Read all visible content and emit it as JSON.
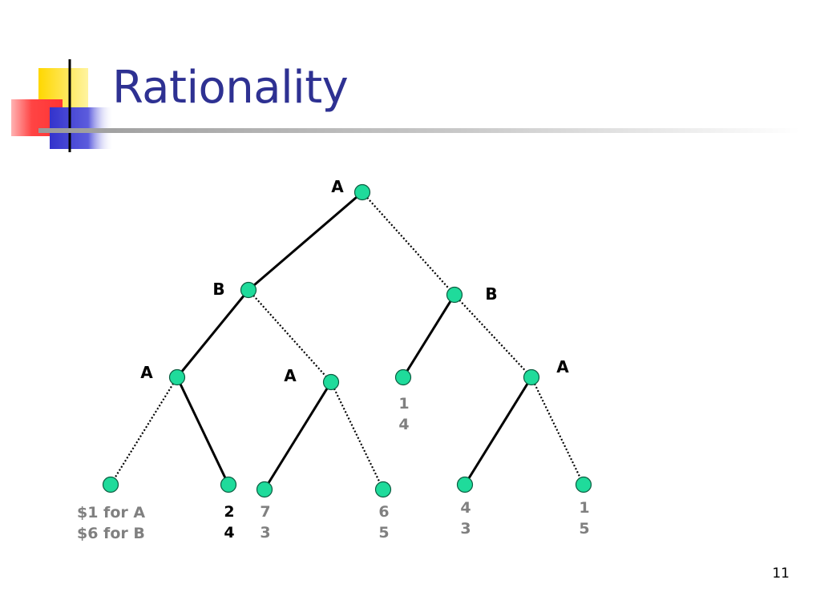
{
  "slide": {
    "title": "Rationality",
    "page_number": "11"
  },
  "colors": {
    "title": "#2e3192",
    "node_fill": "#1fdb9b",
    "node_stroke": "#0b5c40",
    "payoff_gray": "#808080",
    "payoff_black": "#000000",
    "logo_yellow": "#ffd700",
    "logo_red": "#ff3333",
    "logo_blue": "#3333cc"
  },
  "tree": {
    "nodes": [
      {
        "id": "root",
        "player": "A"
      },
      {
        "id": "b_left",
        "player": "B"
      },
      {
        "id": "b_right",
        "player": "B"
      },
      {
        "id": "a_ll",
        "player": "A"
      },
      {
        "id": "a_lr",
        "player": "A"
      },
      {
        "id": "leaf_mid",
        "player": ""
      },
      {
        "id": "a_rr",
        "player": "A"
      },
      {
        "id": "leaf1",
        "player": ""
      },
      {
        "id": "leaf2",
        "player": ""
      },
      {
        "id": "leaf3",
        "player": ""
      },
      {
        "id": "leaf4",
        "player": ""
      },
      {
        "id": "leaf5",
        "player": ""
      },
      {
        "id": "leaf6",
        "player": ""
      }
    ],
    "edges": [
      {
        "from": "root",
        "to": "b_left",
        "style": "solid"
      },
      {
        "from": "root",
        "to": "b_right",
        "style": "dotted"
      },
      {
        "from": "b_left",
        "to": "a_ll",
        "style": "solid"
      },
      {
        "from": "b_left",
        "to": "a_lr",
        "style": "dotted"
      },
      {
        "from": "b_right",
        "to": "leaf_mid",
        "style": "solid"
      },
      {
        "from": "b_right",
        "to": "a_rr",
        "style": "dotted"
      },
      {
        "from": "a_ll",
        "to": "leaf1",
        "style": "dotted"
      },
      {
        "from": "a_ll",
        "to": "leaf2",
        "style": "solid"
      },
      {
        "from": "a_lr",
        "to": "leaf3",
        "style": "solid"
      },
      {
        "from": "a_lr",
        "to": "leaf4",
        "style": "dotted"
      },
      {
        "from": "a_rr",
        "to": "leaf5",
        "style": "solid"
      },
      {
        "from": "a_rr",
        "to": "leaf6",
        "style": "dotted"
      }
    ],
    "payoffs": [
      {
        "node": "leaf1",
        "lines": [
          "$1 for A",
          "$6 for B"
        ],
        "emphasis": false
      },
      {
        "node": "leaf2",
        "lines": [
          "2",
          "4"
        ],
        "emphasis": true
      },
      {
        "node": "leaf3",
        "lines": [
          "7",
          "3"
        ],
        "emphasis": false
      },
      {
        "node": "leaf4",
        "lines": [
          "6",
          "5"
        ],
        "emphasis": false
      },
      {
        "node": "leaf_mid",
        "lines": [
          "1",
          "4"
        ],
        "emphasis": false
      },
      {
        "node": "leaf5",
        "lines": [
          "4",
          "3"
        ],
        "emphasis": false
      },
      {
        "node": "leaf6",
        "lines": [
          "1",
          "5"
        ],
        "emphasis": false
      }
    ]
  }
}
